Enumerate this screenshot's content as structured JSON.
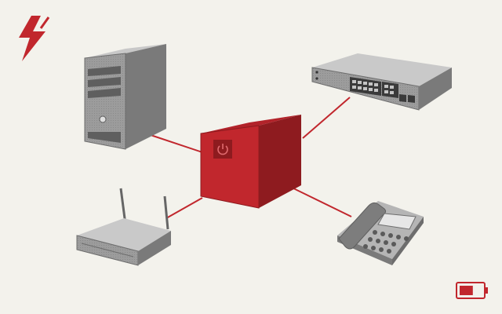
{
  "colors": {
    "background": "#f3f2ec",
    "accent_red": "#c1272d",
    "accent_red_dark": "#8e1b1f",
    "device_gray": "#9a9a9a",
    "device_gray_dark": "#6d6d6d",
    "device_gray_light": "#c4c4c4"
  },
  "icons": {
    "power_surge": "lightning-bolt-icon",
    "battery": "battery-low-icon",
    "power_button": "power-icon"
  },
  "devices": [
    {
      "id": "ups",
      "icon": "ups-unit-icon"
    },
    {
      "id": "desktop",
      "icon": "desktop-tower-icon"
    },
    {
      "id": "switch",
      "icon": "network-switch-icon"
    },
    {
      "id": "router",
      "icon": "wifi-router-icon"
    },
    {
      "id": "phone",
      "icon": "desk-phone-icon"
    }
  ],
  "connections": [
    {
      "from": "ups",
      "to": "desktop"
    },
    {
      "from": "ups",
      "to": "switch"
    },
    {
      "from": "ups",
      "to": "router"
    },
    {
      "from": "ups",
      "to": "phone"
    }
  ],
  "battery": {
    "charge_fraction": 0.6
  }
}
